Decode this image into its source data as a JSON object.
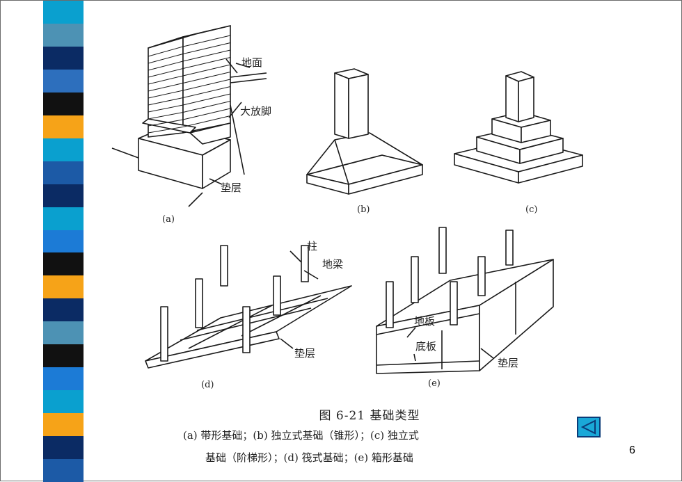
{
  "slide": {
    "page_number": "6",
    "back_button_icon": "left-triangle-icon",
    "stripe_colors": [
      "#0aa0cf",
      "#4d92b4",
      "#0b2b64",
      "#2d6fbd",
      "#111111",
      "#f6a318",
      "#0aa0cf",
      "#1c5aa6",
      "#0b2b64",
      "#0aa0cf",
      "#1c7bd6",
      "#111111",
      "#f6a318",
      "#0b2b64",
      "#4d92b4",
      "#111111",
      "#1c7bd6",
      "#0aa0cf",
      "#f6a318",
      "#0b2b64",
      "#1c5aa6"
    ]
  },
  "figure": {
    "labels": {
      "a": {
        "ground": "地面",
        "footing": "大放脚",
        "cushion": "垫层",
        "tag": "(a)"
      },
      "b": {
        "tag": "(b)"
      },
      "c": {
        "tag": "(c)"
      },
      "d": {
        "column": "柱",
        "beam": "地梁",
        "cushion": "垫层",
        "tag": "(d)"
      },
      "e": {
        "top_slab": "地板",
        "bottom_slab": "底板",
        "cushion": "垫层",
        "tag": "(e)"
      }
    },
    "caption": {
      "title": "图 6-21  基础类型",
      "line1": "(a) 带形基础；(b) 独立式基础（锥形）；(c) 独立式",
      "line2": "基础（阶梯形）；(d) 筏式基础；(e) 箱形基础"
    }
  }
}
